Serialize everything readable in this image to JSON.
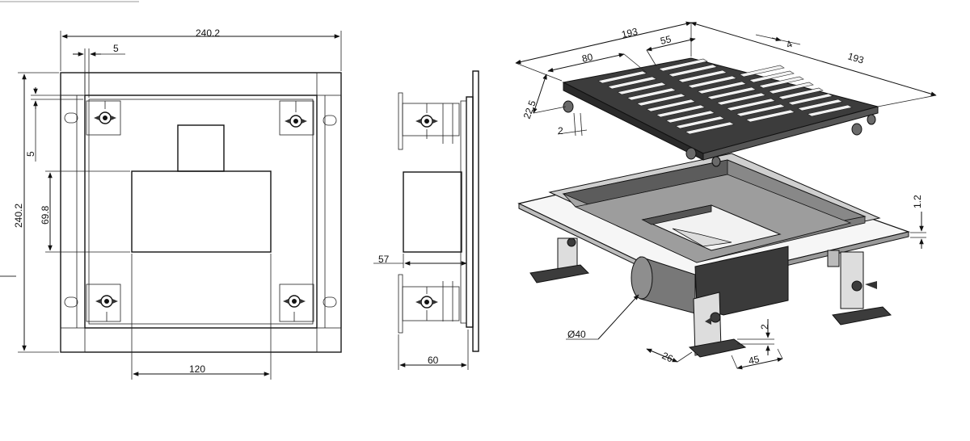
{
  "front_view": {
    "dim_width_top": "240.2",
    "dim_small_5_top": "5",
    "dim_small_5_left": "5",
    "dim_height_left": "240.2",
    "dim_box_height": "69.8",
    "dim_box_width": "120"
  },
  "side_view": {
    "dim_57": "57",
    "dim_60": "60"
  },
  "iso_view": {
    "dim_193_front": "193",
    "dim_193_right": "193",
    "dim_80": "80",
    "dim_55": "55",
    "dim_4": "4",
    "dim_22_5": "22.5",
    "dim_2_grate": "2",
    "dim_1_2": "1.2",
    "dim_pipe": "Ø40",
    "dim_2_leg": "2",
    "dim_26": "26",
    "dim_45": "45"
  }
}
